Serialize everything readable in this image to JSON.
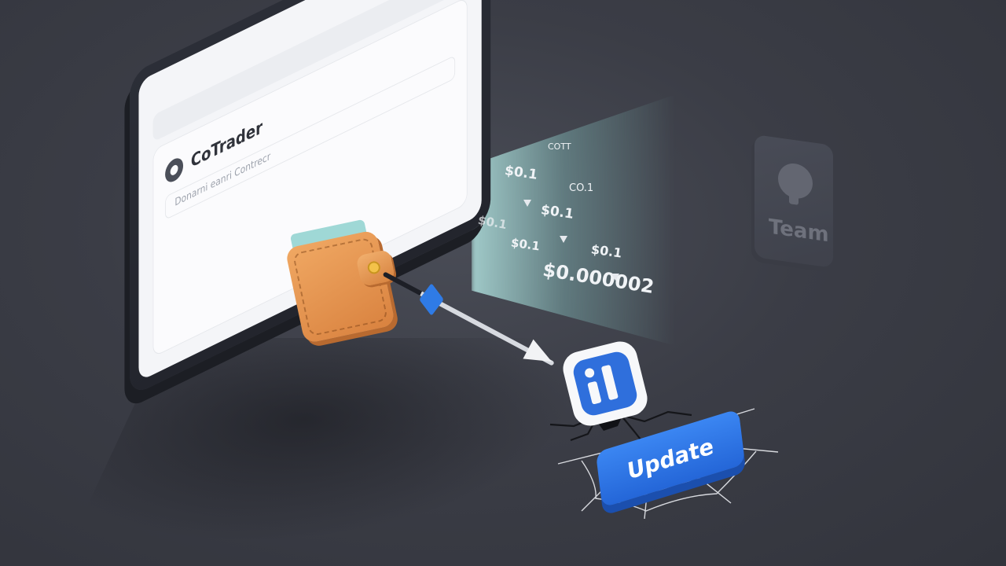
{
  "window": {
    "brand_name": "CoTrader",
    "subtitle": "Donarni eanri Contrecr",
    "close_glyph": "×"
  },
  "prices": [
    {
      "text": "COTT"
    },
    {
      "text": "$0.1"
    },
    {
      "text": "CO.1"
    },
    {
      "text": "$0.1"
    },
    {
      "text": "$0.1"
    },
    {
      "text": "$0.1"
    },
    {
      "text": "$0.1"
    },
    {
      "text": "$0.000002"
    }
  ],
  "team_card": {
    "label": "Team"
  },
  "action": {
    "update_label": "Update"
  },
  "colors": {
    "accent": "#2f6fdc",
    "background": "#3b3d46",
    "wallet": "#e08e48"
  },
  "icons": [
    "wallet-icon",
    "info-icon",
    "team-icon",
    "search-icon",
    "close-icon",
    "minimize-icon",
    "maximize-icon",
    "arrow-icon"
  ]
}
